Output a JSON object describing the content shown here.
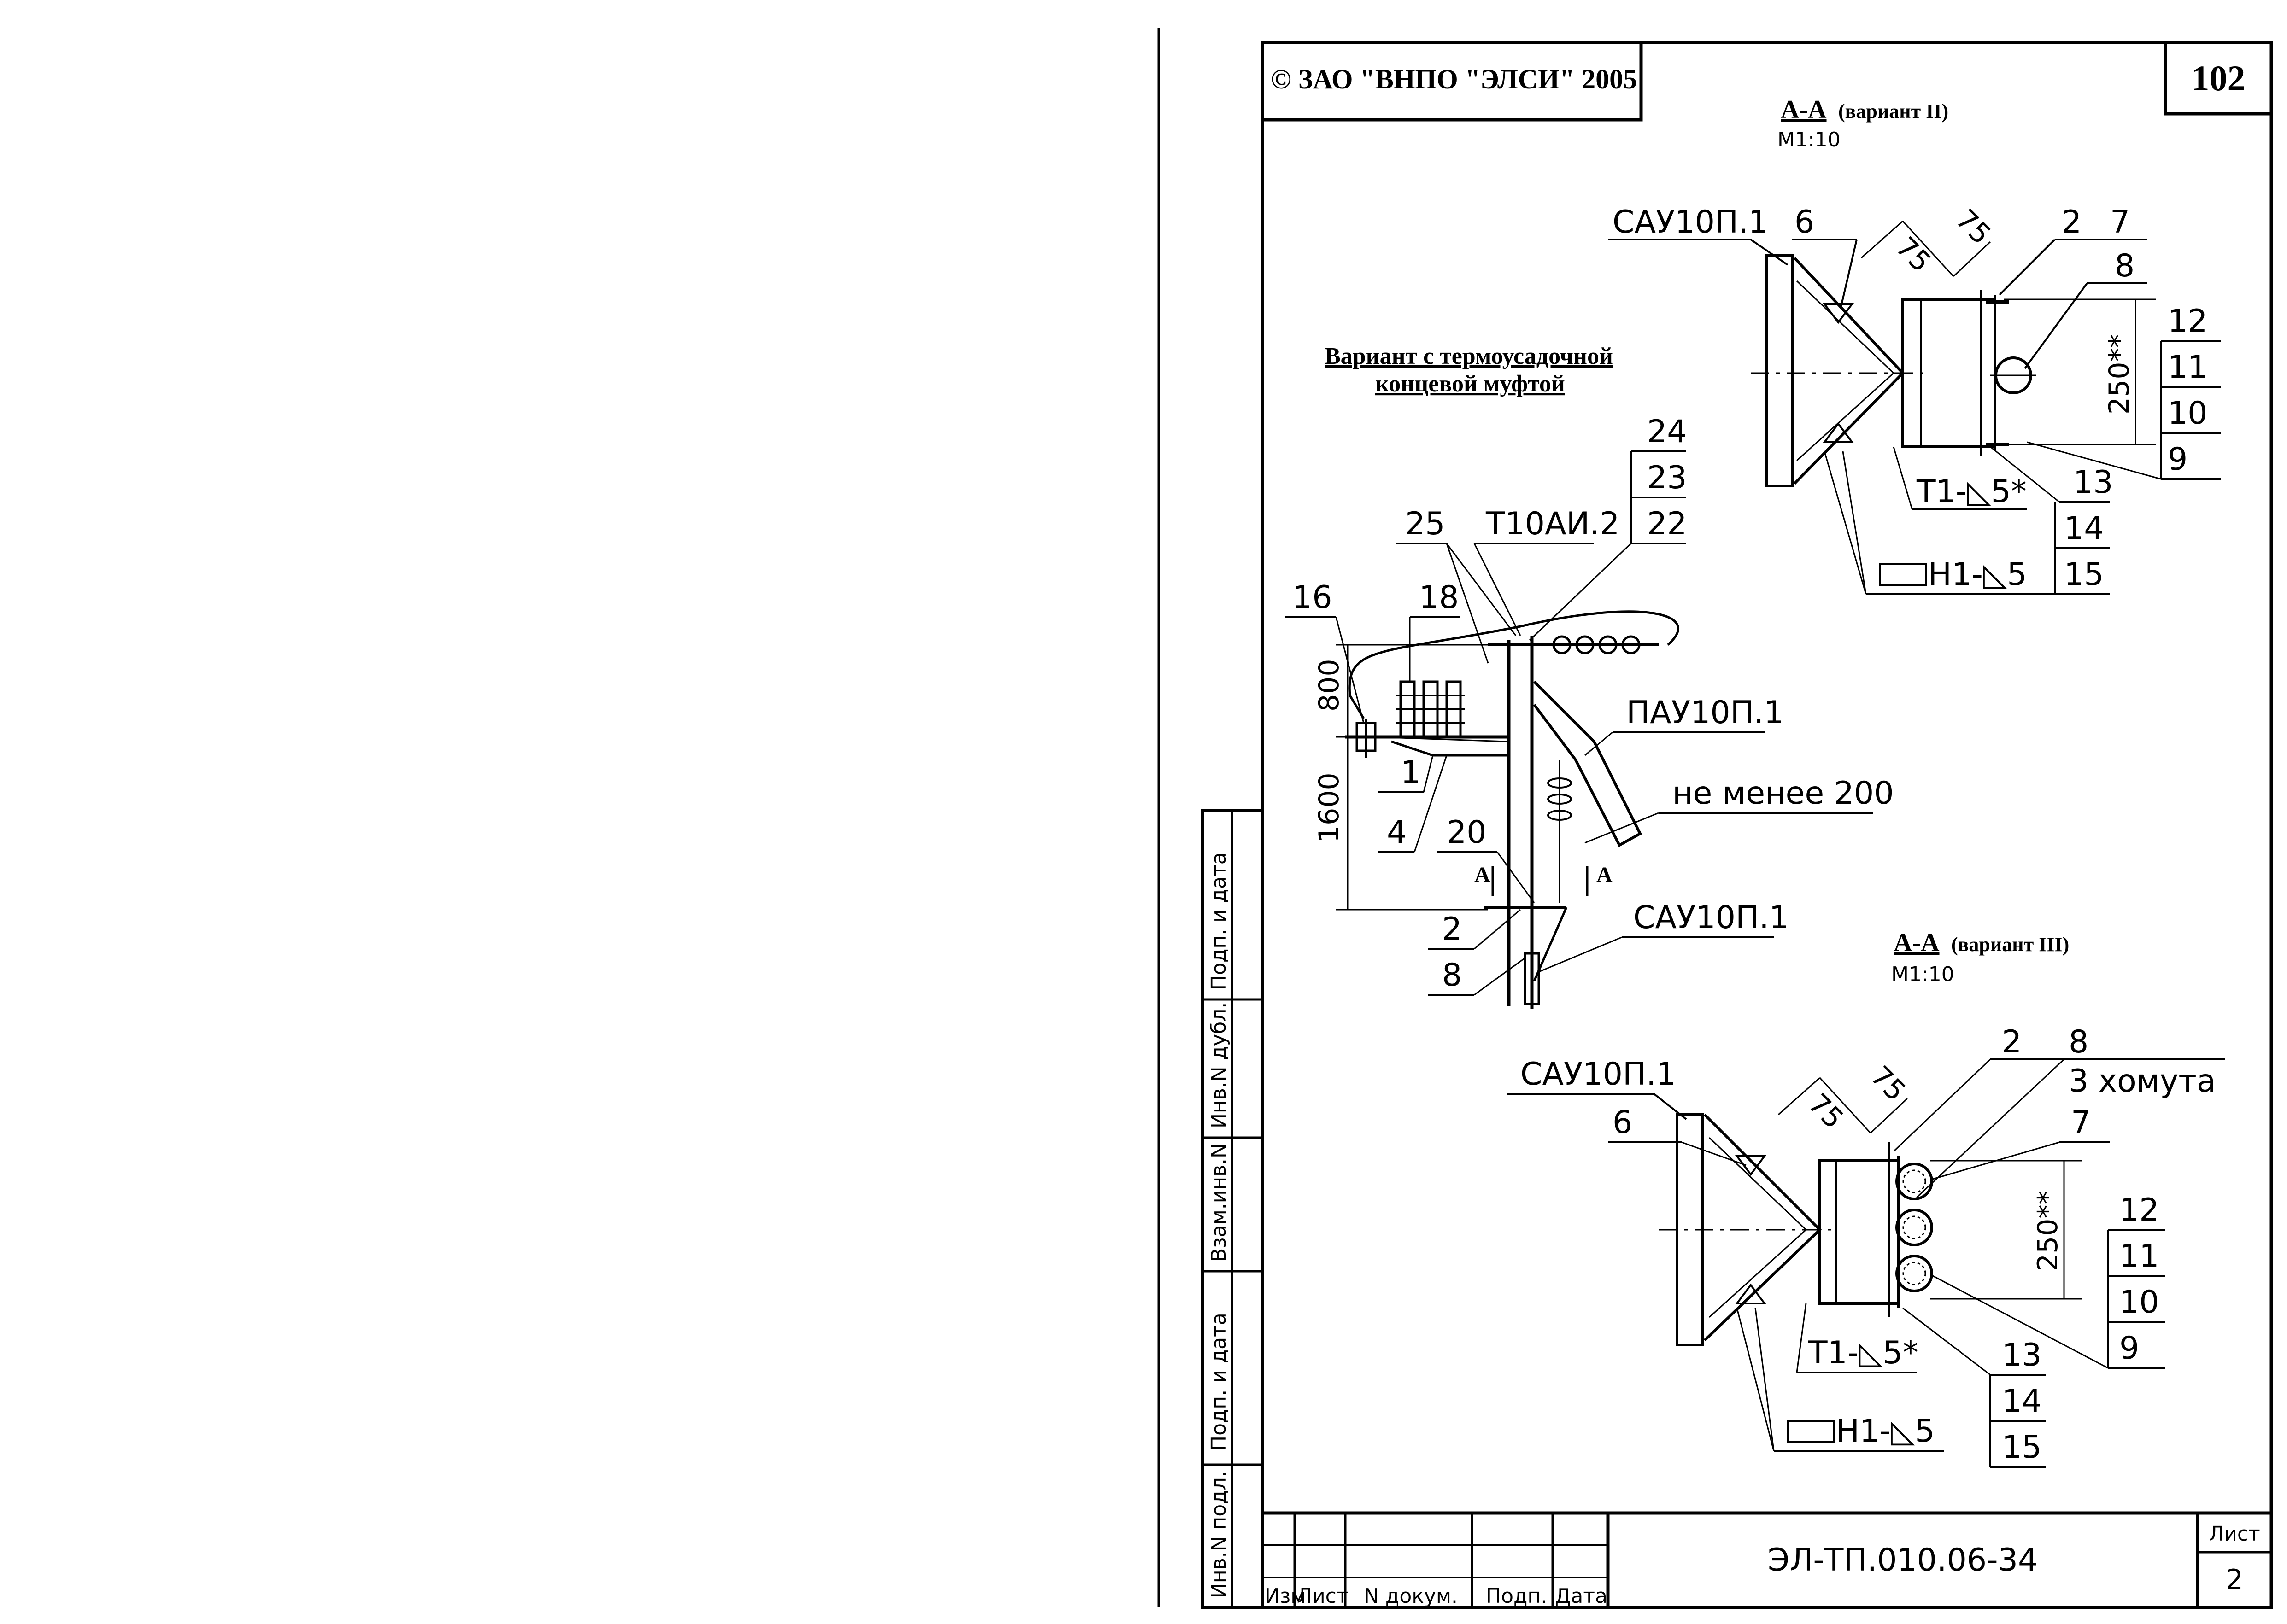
{
  "header": {
    "copyright": "© ЗАО \"ВНПО \"ЭЛСИ\" 2005",
    "page_number": "102"
  },
  "variant_title": {
    "line1": "Вариант с термоусадочной",
    "line2": "концевой муфтой"
  },
  "section_top": {
    "title": "А-А",
    "variant": "(вариант II)",
    "scale": "М1:10",
    "labels": {
      "sau": "САУ10П.1",
      "l6": "6",
      "l2": "2",
      "l7": "7",
      "l8": "8",
      "dim75a": "75",
      "dim75b": "75",
      "dim250": "250**",
      "weld_t1": "Т1-◺5*",
      "weld_n1": "Н1-◺5",
      "l13": "13"
    },
    "stack_right": [
      "12",
      "11",
      "10",
      "9"
    ],
    "stack_bottom": [
      "14",
      "15"
    ]
  },
  "elevation": {
    "labels": {
      "l24": "24",
      "l23": "23",
      "l22": "22",
      "l25": "25",
      "t10ai": "Т10АИ.2",
      "l16": "16",
      "l18": "18",
      "pau": "ПАУ10П.1",
      "dim800": "800",
      "dim1600": "1600",
      "l1": "1",
      "l4": "4",
      "l20": "20",
      "notless": "не менее  200",
      "cutA_left": "А",
      "cutA_right": "А",
      "sau": "САУ10П.1",
      "l2": "2",
      "l8": "8"
    }
  },
  "section_bottom": {
    "title": "А-А",
    "variant": "(вариант III)",
    "scale": "М1:10",
    "labels": {
      "sau": "САУ10П.1",
      "l6": "6",
      "l2": "2",
      "l8": "8",
      "clamps": "3 хомута",
      "l7": "7",
      "dim75a": "75",
      "dim75b": "75",
      "dim250": "250**",
      "weld_t1": "Т1-◺5*",
      "weld_n1": "Н1-◺5",
      "l13": "13"
    },
    "stack_right": [
      "12",
      "11",
      "10",
      "9"
    ],
    "stack_bottom": [
      "14",
      "15"
    ]
  },
  "side_stamp": [
    "Инв.N подл.",
    "Подп. и дата",
    "Взам.инв.N",
    "Инв.N дубл.",
    "Подп. и дата"
  ],
  "title_block": {
    "columns": [
      "Изм.",
      "Лист",
      "N докум.",
      "Подп.",
      "Дата"
    ],
    "doc_code": "ЭЛ-ТП.010.06-34",
    "sheet_label": "Лист",
    "sheet_number": "2"
  }
}
